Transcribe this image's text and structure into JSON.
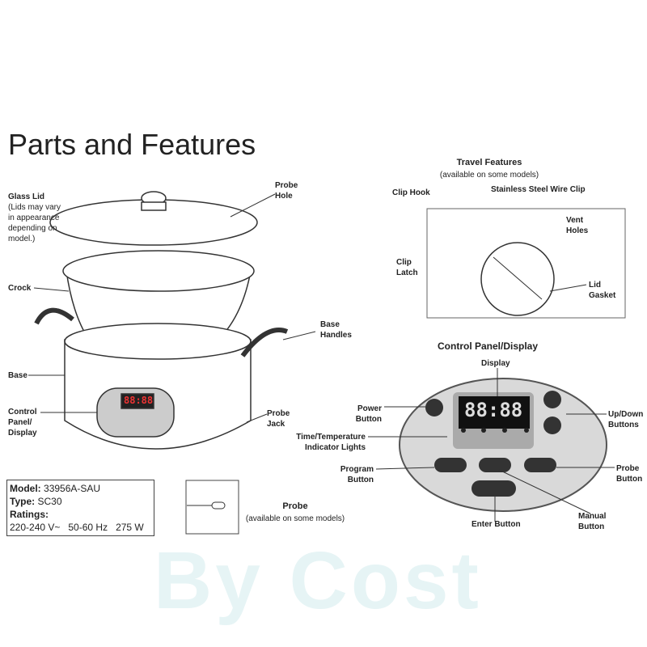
{
  "title": "Parts and Features",
  "watermark": "By Cost",
  "labels": {
    "glass_lid": "Glass Lid",
    "glass_lid_note": "(Lids may vary in appearance depending on model.)",
    "probe_hole": "Probe Hole",
    "crock": "Crock",
    "base_handles": "Base Handles",
    "base": "Base",
    "control_panel": "Control Panel/ Display",
    "probe_jack": "Probe Jack"
  },
  "travel": {
    "title": "Travel Features",
    "subtitle": "(available on some models)",
    "clip_hook": "Clip Hook",
    "wire_clip": "Stainless Steel Wire Clip",
    "vent_holes": "Vent Holes",
    "clip_latch": "Clip Latch",
    "lid_gasket": "Lid Gasket"
  },
  "panel": {
    "title": "Control Panel/Display",
    "display": "Display",
    "power": "Power Button",
    "time_temp": "Time/Temperature Indicator Lights",
    "program": "Program Button",
    "updown": "Up/Down Buttons",
    "probe_btn": "Probe Button",
    "manual": "Manual Button",
    "enter": "Enter Button",
    "display_text": "88:88"
  },
  "specs": {
    "model_label": "Model:",
    "model": "33956A-SAU",
    "type_label": "Type:",
    "type": "SC30",
    "ratings_label": "Ratings:",
    "ratings": "220-240 V~   50-60 Hz   275 W"
  },
  "probe": {
    "title": "Probe",
    "subtitle": "(available on some models)"
  }
}
